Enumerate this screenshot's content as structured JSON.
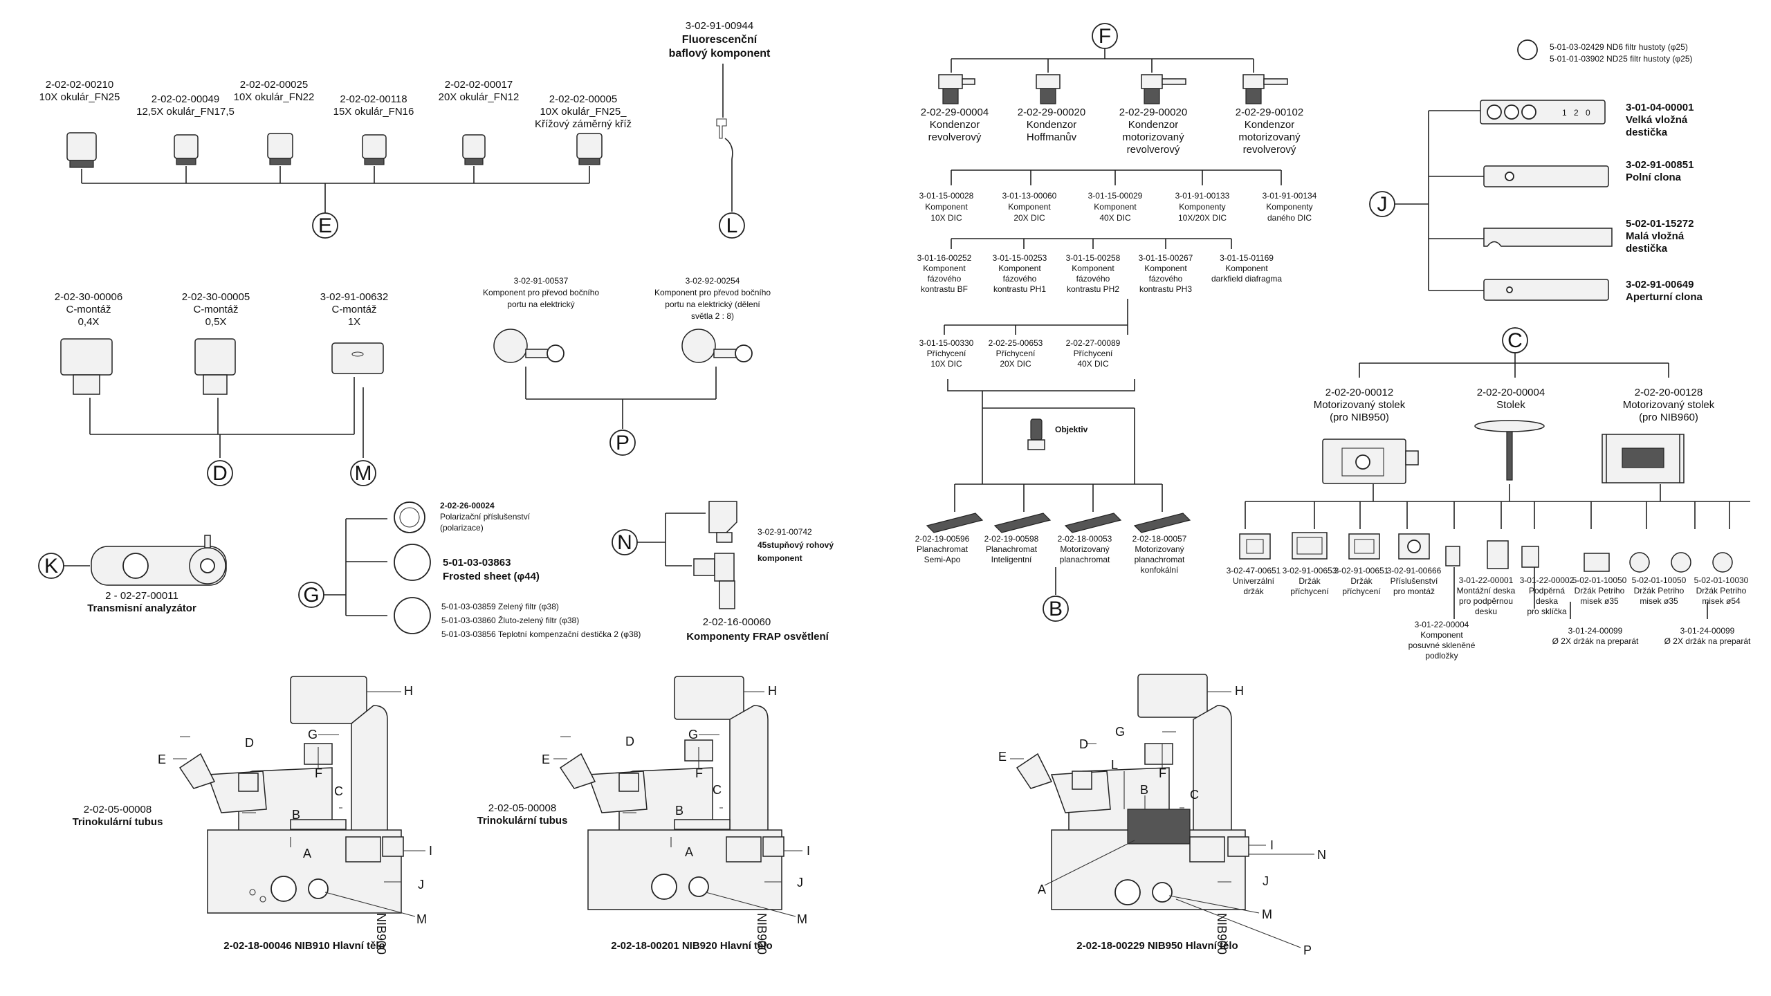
{
  "group_E": {
    "letter": "E",
    "items": [
      {
        "code": "2-02-02-00210",
        "name": "10X okulár_FN25"
      },
      {
        "code": "2-02-02-00049",
        "name": "12,5X okulár_FN17,5"
      },
      {
        "code": "2-02-02-00025",
        "name": "10X okulár_FN22"
      },
      {
        "code": "2-02-02-00118",
        "name": "15X okulár_FN16"
      },
      {
        "code": "2-02-02-00017",
        "name": "20X okulár_FN12"
      },
      {
        "code": "2-02-02-00005",
        "name": "10X okulár_FN25_",
        "name2": "Křížový záměrný kříž"
      }
    ]
  },
  "group_L": {
    "letter": "L",
    "code": "3-02-91-00944",
    "name": "Fluorescenční",
    "name2": "baflový komponent"
  },
  "group_F": {
    "letter": "F",
    "condensers": [
      {
        "code": "2-02-29-00004",
        "name": "Kondenzor",
        "name2": "revolverový"
      },
      {
        "code": "2-02-29-00020",
        "name": "Kondenzor",
        "name2": "Hoffmanův"
      },
      {
        "code": "2-02-29-00020",
        "name": "Kondenzor",
        "name2": "motorizovaný",
        "name3": "revolverový"
      },
      {
        "code": "2-02-29-00102",
        "name": "Kondenzor",
        "name2": "motorizovaný",
        "name3": "revolverový"
      }
    ],
    "dic": [
      {
        "code": "3-01-15-00028",
        "name": "Komponent",
        "name2": "10X DIC"
      },
      {
        "code": "3-01-13-00060",
        "name": "Komponent",
        "name2": "20X DIC"
      },
      {
        "code": "3-01-15-00029",
        "name": "Komponent",
        "name2": "40X DIC"
      },
      {
        "code": "3-01-91-00133",
        "name": "Komponenty",
        "name2": "10X/20X DIC"
      },
      {
        "code": "3-01-91-00134",
        "name": "Komponenty",
        "name2": "daného DIC"
      }
    ],
    "phase": [
      {
        "code": "3-01-16-00252",
        "name": "Komponent",
        "name2": "fázového",
        "name3": "kontrastu BF"
      },
      {
        "code": "3-01-15-00253",
        "name": "Komponent",
        "name2": "fázového",
        "name3": "kontrastu PH1"
      },
      {
        "code": "3-01-15-00258",
        "name": "Komponent",
        "name2": "fázového",
        "name3": "kontrastu PH2"
      },
      {
        "code": "3-01-15-00267",
        "name": "Komponent",
        "name2": "fázového",
        "name3": "kontrastu PH3"
      },
      {
        "code": "3-01-15-01169",
        "name": "Komponent",
        "name2": "darkfield diafragma"
      }
    ],
    "mounts": [
      {
        "code": "3-01-15-00330",
        "name": "Příchycení",
        "name2": "10X DIC"
      },
      {
        "code": "2-02-25-00653",
        "name": "Příchycení",
        "name2": "20X DIC"
      },
      {
        "code": "2-02-27-00089",
        "name": "Příchycení",
        "name2": "40X DIC"
      }
    ],
    "objective_label": "Objektiv"
  },
  "group_J": {
    "letter": "J",
    "filter_codes": [
      "5-01-03-02429 ND6 filtr hustoty (φ25)",
      "5-01-01-03902 ND25 filtr hustoty (φ25)"
    ],
    "slider_marks": [
      "1",
      "2",
      "0"
    ],
    "items": [
      {
        "code": "3-01-04-00001",
        "name": "Velká vložná",
        "name2": "destička"
      },
      {
        "code": "3-02-91-00851",
        "name": "Polní clona"
      },
      {
        "code": "5-02-01-15272",
        "name": "Malá vložná",
        "name2": "destička"
      },
      {
        "code": "3-02-91-00649",
        "name": "Aperturní clona"
      }
    ]
  },
  "group_D": {
    "letter": "D",
    "items": [
      {
        "code": "2-02-30-00006",
        "name": "C-montáž",
        "name2": "0,4X"
      },
      {
        "code": "2-02-30-00005",
        "name": "C-montáž",
        "name2": "0,5X"
      }
    ]
  },
  "group_M": {
    "letter": "M",
    "code": "3-02-91-00632",
    "name": "C-montáž",
    "name2": "1X"
  },
  "group_P": {
    "letter": "P",
    "items": [
      {
        "code": "3-02-91-00537",
        "name": "Komponent pro převod bočního",
        "name2": "portu na elektrický"
      },
      {
        "code": "3-02-92-00254",
        "name": "Komponent pro převod bočního",
        "name2": "portu na elektrický (dělení",
        "name3": "světla 2 : 8)"
      }
    ]
  },
  "group_B": {
    "letter": "B",
    "items": [
      {
        "code": "2-02-19-00596",
        "name": "Planachromat",
        "name2": "Semi-Apo"
      },
      {
        "code": "2-02-19-00598",
        "name": "Planachromat",
        "name2": "Inteligentní"
      },
      {
        "code": "2-02-18-00053",
        "name": "Motorizovaný",
        "name2": "planachromat"
      },
      {
        "code": "2-02-18-00057",
        "name": "Motorizovaný",
        "name2": "planachromat",
        "name3": "konfokální"
      }
    ]
  },
  "group_C": {
    "letter": "C",
    "stages": [
      {
        "code": "2-02-20-00012",
        "name": "Motorizovaný stolek",
        "name2": "(pro NIB950)"
      },
      {
        "code": "2-02-20-00004",
        "name": "Stolek"
      },
      {
        "code": "2-02-20-00128",
        "name": "Motorizovaný stolek",
        "name2": "(pro NIB960)"
      }
    ],
    "holders": [
      {
        "code": "3-02-47-00651",
        "name": "Univerzální",
        "name2": "držák"
      },
      {
        "code": "3-02-91-00653",
        "name": "Držák",
        "name2": "příchycení"
      },
      {
        "code": "3-02-91-00651",
        "name": "Držák",
        "name2": "příchycení"
      },
      {
        "code": "3-02-91-00666",
        "name": "Příslušenství",
        "name2": "pro montáž"
      },
      {
        "code": "3-01-22-00001",
        "name": "Montážní deska",
        "name2": "pro podpěrnou",
        "name3": "desku"
      },
      {
        "code": "3-01-22-00002",
        "name": "Podpěrná",
        "name2": "deska",
        "name3": "pro sklíčka"
      },
      {
        "code": "5-02-01-10050",
        "name": "Držák Petriho",
        "name2": "misek ø35"
      },
      {
        "code": "5-02-01-10050",
        "name": "Držák Petriho",
        "name2": "misek ø35"
      },
      {
        "code": "5-02-01-10030",
        "name": "Držák Petriho",
        "name2": "misek ø54"
      }
    ],
    "sub": [
      {
        "code": "3-01-22-00004",
        "name": "Komponent",
        "name2": "posuvné skleněné",
        "name3": "podložky"
      },
      {
        "code": "3-01-24-00099",
        "name": "Ø 2X držák na preparát"
      },
      {
        "code": "3-01-24-00099",
        "name": "Ø 2X držák na preparát"
      }
    ]
  },
  "group_K": {
    "letter": "K",
    "code": "2 - 02-27-00011",
    "name": "Transmisní analyzátor"
  },
  "group_G": {
    "letter": "G",
    "items": [
      {
        "code": "2-02-26-00024",
        "name": "Polarizační příslušenství",
        "name2": "(polarizace)"
      },
      {
        "code": "5-01-03-03863",
        "name": "Frosted sheet (φ44)"
      },
      {
        "lines": [
          "5-01-03-03859 Zelený filtr (φ38)",
          "5-01-03-03860 Žluto-zelený filtr (φ38)",
          "5-01-03-03856 Teplotní kompenzační destička 2 (φ38)"
        ]
      }
    ]
  },
  "group_N": {
    "letter": "N",
    "items": [
      {
        "code": "3-02-91-00742",
        "name": "45stupňový rohový",
        "name2": "komponent"
      },
      {
        "code": "2-02-16-00060",
        "name": "Komponenty FRAP osvětlení"
      }
    ]
  },
  "bodies": [
    {
      "tube_code": "2-02-05-00008",
      "tube_name": "Trinokulární tubus",
      "caption": "2-02-18-00046 NIB910 Hlavní tělo",
      "model": "NIB900",
      "labels": [
        "H",
        "G",
        "F",
        "E",
        "D",
        "B",
        "A",
        "C",
        "I",
        "J",
        "M"
      ]
    },
    {
      "tube_code": "2-02-05-00008",
      "tube_name": "Trinokulární tubus",
      "caption": "2-02-18-00201 NIB920 Hlavní tělo",
      "model": "NIB900",
      "labels": [
        "H",
        "G",
        "F",
        "E",
        "D",
        "B",
        "A",
        "C",
        "I",
        "J",
        "M"
      ]
    },
    {
      "tube_code": "",
      "tube_name": "",
      "caption": "2-02-18-00229 NIB950 Hlavní tělo",
      "model": "NIB900",
      "labels": [
        "H",
        "G",
        "F",
        "E",
        "D",
        "L",
        "B",
        "C",
        "I",
        "N",
        "A",
        "J",
        "M",
        "P"
      ]
    }
  ]
}
